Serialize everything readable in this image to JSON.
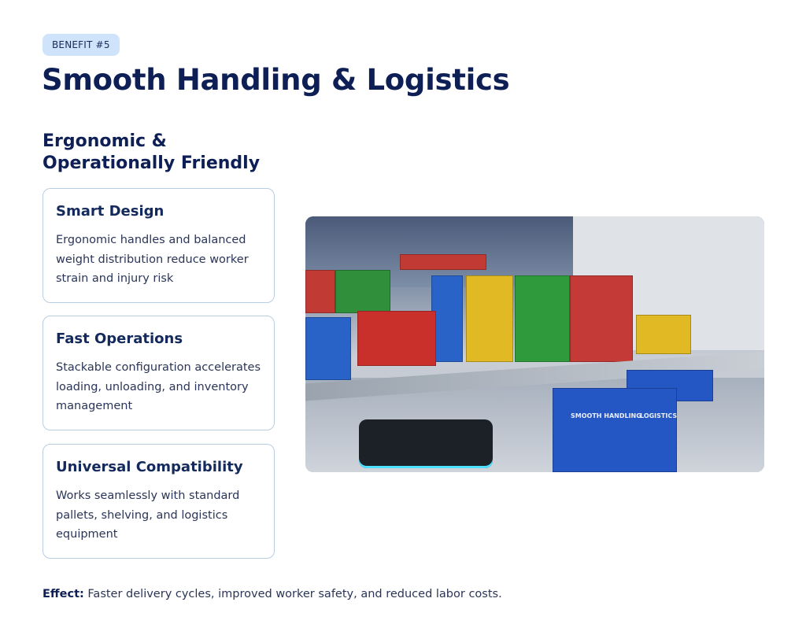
{
  "badge": "BENEFIT #5",
  "title": "Smooth Handling & Logistics",
  "subtitle": "Ergonomic & Operationally Friendly",
  "cards": [
    {
      "title": "Smart Design",
      "body": "Ergonomic handles and balanced weight distribution reduce worker strain and injury risk"
    },
    {
      "title": "Fast Operations",
      "body": "Stackable configuration accelerates loading, unloading, and inventory management"
    },
    {
      "title": "Universal Compatibility",
      "body": "Works seamlessly with standard pallets, shelving, and logistics equipment"
    }
  ],
  "photo": {
    "crate_label_1": "SMOOTH HANDLING",
    "crate_label_2": "LOGISTICS"
  },
  "effect": {
    "label": "Effect:",
    "text": " Faster delivery cycles, improved worker safety, and reduced labor costs."
  }
}
